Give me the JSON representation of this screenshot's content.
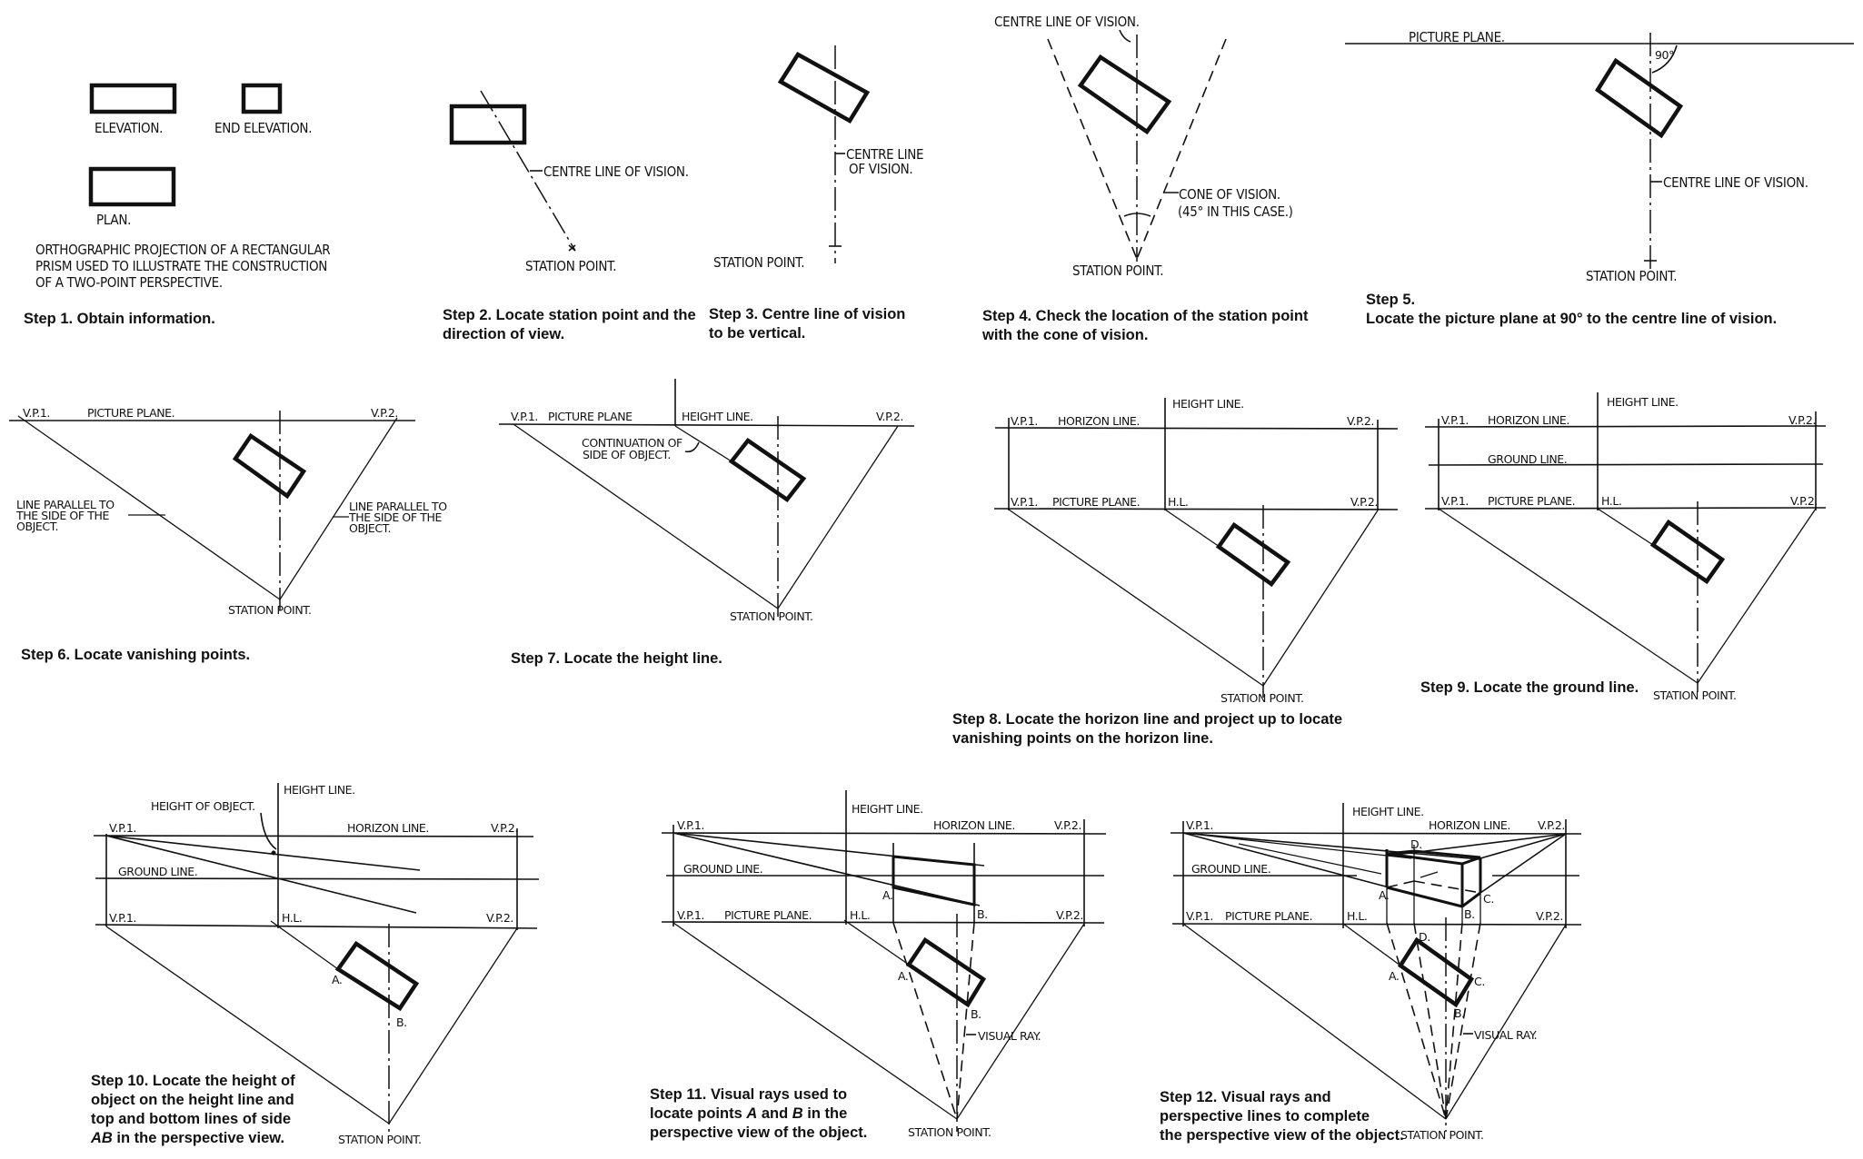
{
  "title": "Construction of a two-point perspective",
  "steps": [
    {
      "id": 1,
      "caption": [
        "Step 1. Obtain information."
      ],
      "labels": {
        "elevation": "ELEVATION.",
        "end_elevation": "END ELEVATION.",
        "plan": "PLAN.",
        "description": [
          "ORTHOGRAPHIC  PROJECTION  OF  A  RECTANGULAR",
          "PRISM  USED  TO  ILLUSTRATE  THE  CONSTRUCTION",
          "OF  A   TWO-POINT  PERSPECTIVE."
        ]
      }
    },
    {
      "id": 2,
      "caption": [
        "Step 2. Locate station point and the",
        "direction of view."
      ],
      "labels": {
        "centre_line": "CENTRE LINE OF VISION.",
        "station_point": "STATION  POINT."
      }
    },
    {
      "id": 3,
      "caption": [
        "Step 3. Centre line of vision",
        "to be vertical."
      ],
      "labels": {
        "centre_line": [
          "CENTRE LINE",
          "OF VISION."
        ],
        "station_point": "STATION  POINT."
      }
    },
    {
      "id": 4,
      "caption": [
        "Step 4. Check the location of the station point",
        "with the cone of vision."
      ],
      "labels": {
        "centre_line": "CENTRE LINE OF VISION.",
        "cone": [
          "CONE OF VISION.",
          "(45° IN  THIS CASE.)"
        ],
        "station_point": "STATION  POINT."
      }
    },
    {
      "id": 5,
      "caption": [
        "Step 5.",
        "Locate the picture plane at 90° to the centre line of vision."
      ],
      "labels": {
        "picture_plane": "PICTURE  PLANE.",
        "angle": "90°",
        "centre_line": "CENTRE LINE  OF  VISION.",
        "station_point": "STATION  POINT."
      }
    },
    {
      "id": 6,
      "caption": [
        "Step 6. Locate vanishing points."
      ],
      "labels": {
        "vp1": "V.P.1.",
        "vp2": "V.P.2.",
        "picture_plane": "PICTURE  PLANE.",
        "parallel_left": [
          "LINE  PARALLEL  TO",
          "THE  SIDE  OF  THE",
          "OBJECT."
        ],
        "parallel_right": [
          "LINE  PARALLEL  TO",
          "THE  SIDE  OF  THE",
          "OBJECT."
        ],
        "station_point": "STATION  POINT."
      }
    },
    {
      "id": 7,
      "caption": [
        "Step 7. Locate the height line."
      ],
      "labels": {
        "vp1": "V.P.1.",
        "vp2": "V.P.2.",
        "picture_plane": "PICTURE  PLANE",
        "height_line": "HEIGHT  LINE.",
        "continuation": [
          "CONTINUATION  OF",
          "SIDE  OF  OBJECT."
        ],
        "station_point": "STATION  POINT."
      }
    },
    {
      "id": 8,
      "caption": [
        "Step 8. Locate the horizon line and project up to locate",
        "vanishing points on the horizon line."
      ],
      "labels": {
        "vp1": "V.P.1.",
        "vp2": "V.P.2.",
        "horizon_line": "HORIZON  LINE.",
        "picture_plane": "PICTURE  PLANE.",
        "height_line": "HEIGHT  LINE.",
        "hl": "H.L.",
        "station_point": "STATION  POINT."
      }
    },
    {
      "id": 9,
      "caption": [
        "Step 9. Locate the ground line."
      ],
      "labels": {
        "vp1": "V.P.1.",
        "vp2": "V.P.2.",
        "horizon_line": "HORIZON  LINE.",
        "ground_line": "GROUND  LINE.",
        "picture_plane": "PICTURE  PLANE.",
        "height_line": "HEIGHT  LINE.",
        "hl": "H.L.",
        "station_point": "STATION  POINT."
      }
    },
    {
      "id": 10,
      "caption": [
        "Step 10. Locate the height of",
        "object on the height line and",
        "top and bottom lines of side",
        "AB in the perspective view."
      ],
      "labels": {
        "vp1": "V.P.1.",
        "vp2": "V.P.2.",
        "horizon_line": "HORIZON  LINE.",
        "ground_line": "GROUND  LINE.",
        "height_line": "HEIGHT  LINE.",
        "height_of_object": "HEIGHT  OF  OBJECT.",
        "hl": "H.L.",
        "a": "A.",
        "b": "B.",
        "station_point": "STATION  POINT."
      }
    },
    {
      "id": 11,
      "caption": [
        "Step 11. Visual rays used to",
        "locate points A and B in the",
        "perspective view of the object."
      ],
      "labels": {
        "vp1": "V.P.1.",
        "vp2": "V.P.2.",
        "horizon_line": "HORIZON  LINE.",
        "ground_line": "GROUND  LINE.",
        "picture_plane": "PICTURE  PLANE.",
        "height_line": "HEIGHT  LINE.",
        "hl": "H.L.",
        "a": "A.",
        "b": "B.",
        "visual_ray": "VISUAL  RAY.",
        "station_point": "STATION  POINT."
      }
    },
    {
      "id": 12,
      "caption": [
        "Step 12. Visual rays and",
        "perspective lines to complete",
        "the perspective view of the object."
      ],
      "labels": {
        "vp1": "V.P.1.",
        "vp2": "V.P.2.",
        "horizon_line": "HORIZON  LINE.",
        "ground_line": "GROUND  LINE.",
        "picture_plane": "PICTURE  PLANE.",
        "height_line": "HEIGHT  LINE.",
        "hl": "H.L.",
        "a": "A.",
        "b": "B.",
        "c": "C.",
        "d": "D.",
        "visual_ray": "VISUAL  RAY.",
        "station_point": "STATION  POINT."
      }
    }
  ]
}
